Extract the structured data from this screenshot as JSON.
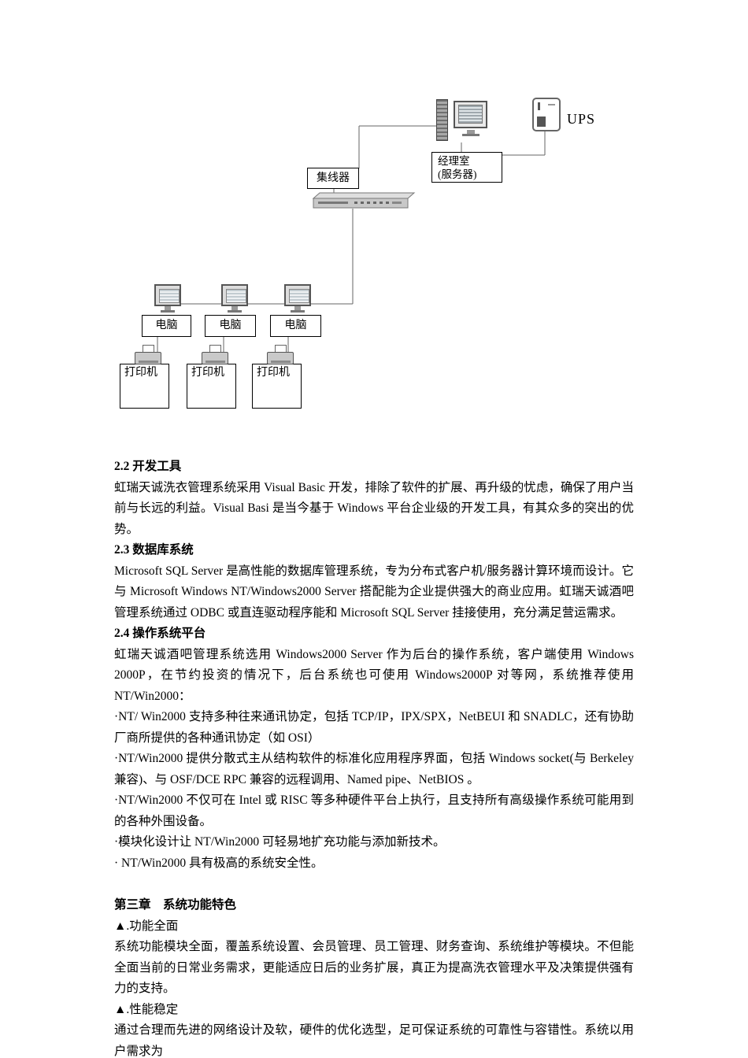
{
  "diagram": {
    "ups_label": "UPS",
    "manager_box": {
      "line1": "经理室",
      "line2": "(服务器)"
    },
    "hub_label": "集线器",
    "computer_label": "电脑",
    "printer_label": "打印机"
  },
  "document": {
    "sections": [
      {
        "heading": "2.2 开发工具",
        "paragraphs": [
          "虹瑞天诚洗衣管理系统采用 Visual Basic 开发，排除了软件的扩展、再升级的忧虑，确保了用户当前与长远的利益。Visual Basi 是当今基于 Windows 平台企业级的开发工具，有其众多的突出的优势。"
        ]
      },
      {
        "heading": "2.3 数据库系统",
        "paragraphs": [
          "Microsoft SQL Server 是高性能的数据库管理系统，专为分布式客户机/服务器计算环境而设计。它与 Microsoft Windows NT/Windows2000 Server 搭配能为企业提供强大的商业应用。虹瑞天诚酒吧管理系统通过 ODBC 或直连驱动程序能和 Microsoft SQL Server 挂接使用，充分满足营运需求。"
        ]
      },
      {
        "heading": "2.4 操作系统平台",
        "paragraphs": [
          "虹瑞天诚酒吧管理系统选用 Windows2000 Server 作为后台的操作系统，客户端使用 Windows 2000P，在节约投资的情况下，后台系统也可使用 Windows2000P 对等网，系统推荐使用 NT/Win2000：",
          "·NT/ Win2000 支持多种往来通讯协定，包括 TCP/IP，IPX/SPX，NetBEUI 和 SNADLC，还有协助厂商所提供的各种通讯协定（如 OSI）",
          "·NT/Win2000 提供分散式主从结构软件的标准化应用程序界面，包括 Windows socket(与 Berkeley 兼容)、与 OSF/DCE RPC 兼容的远程调用、Named pipe、NetBIOS 。",
          "·NT/Win2000 不仅可在 Intel 或 RISC 等多种硬件平台上执行，且支持所有高级操作系统可能用到的各种外围设备。",
          "·模块化设计让 NT/Win2000 可轻易地扩充功能与添加新技术。",
          "· NT/Win2000 具有极高的系统安全性。"
        ]
      },
      {
        "heading": "第三章　系统功能特色",
        "paragraphs": [
          "▲.功能全面",
          "系统功能模块全面，覆盖系统设置、会员管理、员工管理、财务查询、系统维护等模块。不但能全面当前的日常业务需求，更能适应日后的业务扩展，真正为提高洗衣管理水平及决策提供强有力的支持。",
          "▲.性能稳定",
          "通过合理而先进的网络设计及软，硬件的优化选型，足可保证系统的可靠性与容错性。系统以用户需求为"
        ]
      }
    ]
  }
}
